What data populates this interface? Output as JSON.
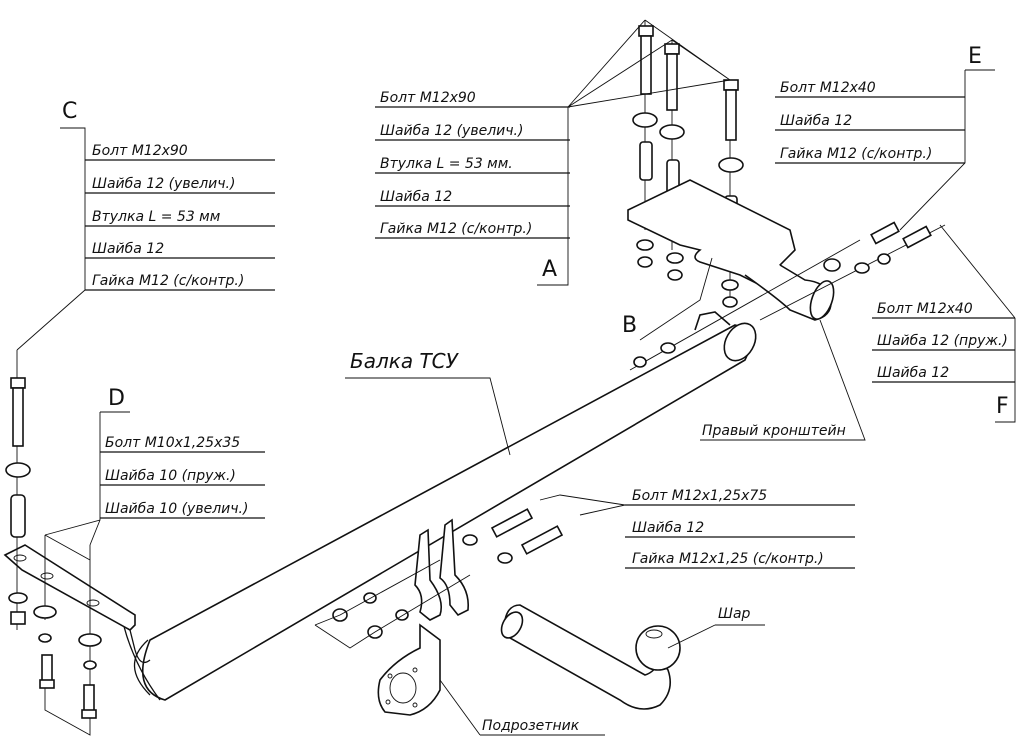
{
  "title": "Балка ТСУ",
  "groups": {
    "A": {
      "letter": "A",
      "items": [
        "Болт M12x90",
        "Шайба 12 (увелич.)",
        "Втулка L = 53 мм.",
        "Шайба 12",
        "Гайка M12 (с/контр.)"
      ]
    },
    "C": {
      "letter": "C",
      "items": [
        "Болт M12x90",
        "Шайба 12 (увелич.)",
        "Втулка L = 53 мм",
        "Шайба 12",
        "Гайка M12 (с/контр.)"
      ]
    },
    "D": {
      "letter": "D",
      "items": [
        "Болт M10x1,25x35",
        "Шайба 10 (пруж.)",
        "Шайба 10 (увелич.)"
      ]
    },
    "E": {
      "letter": "E",
      "items": [
        "Болт M12x40",
        "Шайба 12",
        "Гайка M12 (с/контр.)"
      ]
    },
    "F": {
      "letter": "F",
      "items": [
        "Болт M12x40",
        "Шайба 12 (пруж.)",
        "Шайба 12"
      ]
    },
    "G": {
      "items": [
        "Болт M12x1,25x75",
        "Шайба 12",
        "Гайка M12x1,25 (с/контр.)"
      ]
    }
  },
  "letters": {
    "B": "B"
  },
  "parts": {
    "right_bracket": "Правый кронштейн",
    "socket_plate": "Подрозетник",
    "ball": "Шар"
  }
}
